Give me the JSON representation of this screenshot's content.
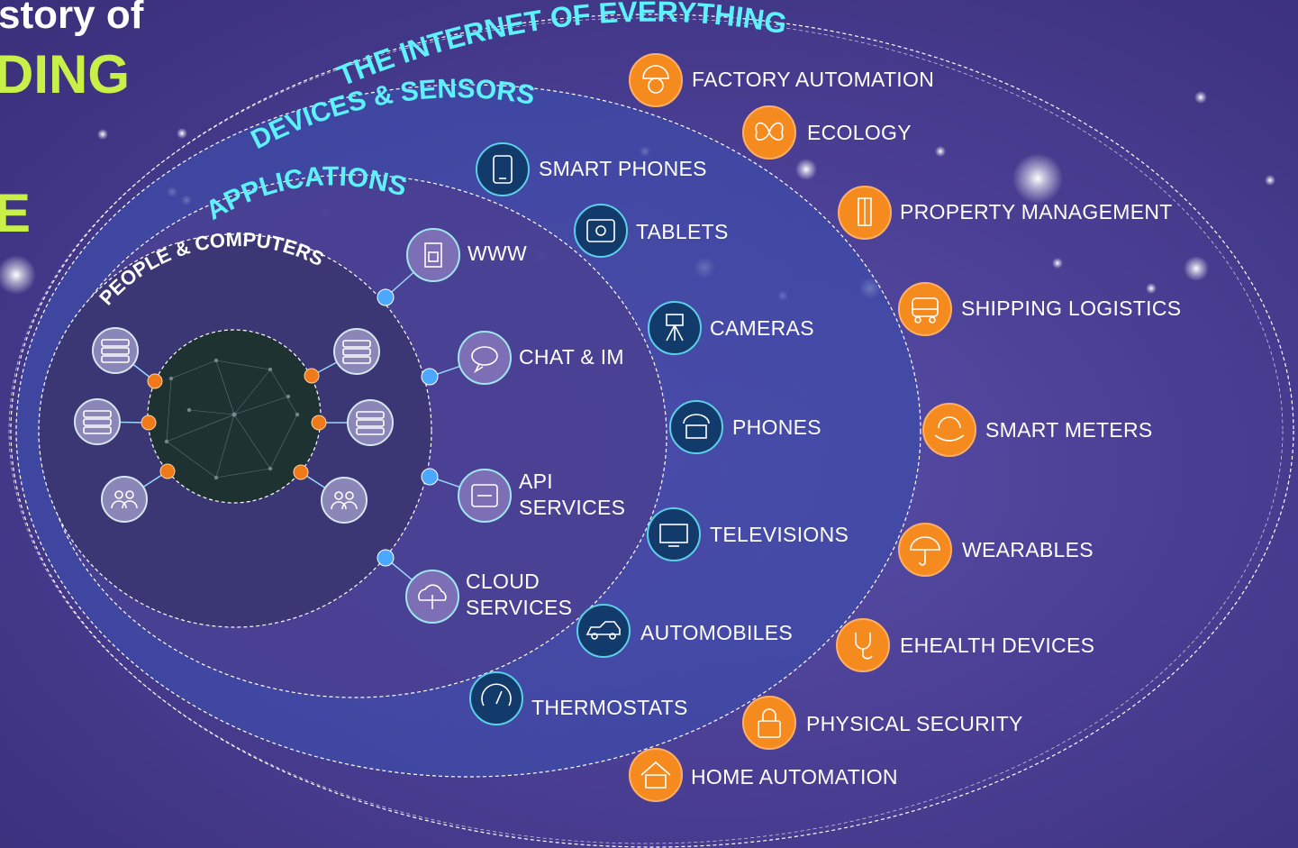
{
  "header": {
    "line1": "story of",
    "line2": "DING",
    "line3": "E"
  },
  "rings": {
    "internet_of_everything": "THE INTERNET OF EVERYTHING",
    "devices_sensors": "DEVICES & SENSORS",
    "applications": "APPLICATIONS",
    "people_computers": "PEOPLE & COMPUTERS"
  },
  "applications": [
    {
      "label": "WWW",
      "icon": "web-page-icon"
    },
    {
      "label": "CHAT & IM",
      "icon": "chat-bubble-icon"
    },
    {
      "label": "API\nSERVICES",
      "icon": "api-window-icon"
    },
    {
      "label": "CLOUD\nSERVICES",
      "icon": "cloud-icon"
    }
  ],
  "devices": [
    {
      "label": "SMART PHONES",
      "icon": "smartphone-icon"
    },
    {
      "label": "TABLETS",
      "icon": "tablet-icon"
    },
    {
      "label": "CAMERAS",
      "icon": "camera-tripod-icon"
    },
    {
      "label": "PHONES",
      "icon": "desk-phone-icon"
    },
    {
      "label": "TELEVISIONS",
      "icon": "television-icon"
    },
    {
      "label": "AUTOMOBILES",
      "icon": "car-icon"
    },
    {
      "label": "THERMOSTATS",
      "icon": "thermostat-icon"
    }
  ],
  "everything": [
    {
      "label": "FACTORY AUTOMATION",
      "icon": "worker-helmet-icon"
    },
    {
      "label": "ECOLOGY",
      "icon": "butterfly-icon"
    },
    {
      "label": "PROPERTY MANAGEMENT",
      "icon": "building-icon"
    },
    {
      "label": "SHIPPING LOGISTICS",
      "icon": "truck-icon"
    },
    {
      "label": "SMART METERS",
      "icon": "meter-hand-icon"
    },
    {
      "label": "WEARABLES",
      "icon": "umbrella-icon"
    },
    {
      "label": "EHEALTH DEVICES",
      "icon": "stethoscope-icon"
    },
    {
      "label": "PHYSICAL SECURITY",
      "icon": "padlock-icon"
    },
    {
      "label": "HOME AUTOMATION",
      "icon": "house-icon"
    }
  ],
  "people_nodes": [
    {
      "icon": "server-icon"
    },
    {
      "icon": "server-icon"
    },
    {
      "icon": "server-icon"
    },
    {
      "icon": "server-icon"
    },
    {
      "icon": "people-icon"
    },
    {
      "icon": "people-icon"
    }
  ],
  "colors": {
    "ring_title": "#5ef2ff",
    "orange_icon": "#f58a1f",
    "navy_icon": "#123a6a",
    "app_icon": "#7d6fb6",
    "connector_blue": "#4aa8ff",
    "connector_orange": "#f07a1a",
    "headline_green": "#c8f048"
  }
}
